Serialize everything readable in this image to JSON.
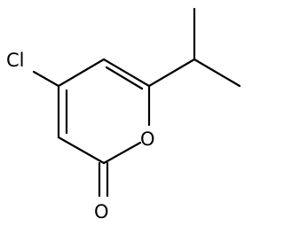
{
  "molecule": {
    "atoms": {
      "chlorine": "Cl",
      "ring_oxygen": "O",
      "carbonyl_oxygen": "O"
    }
  }
}
